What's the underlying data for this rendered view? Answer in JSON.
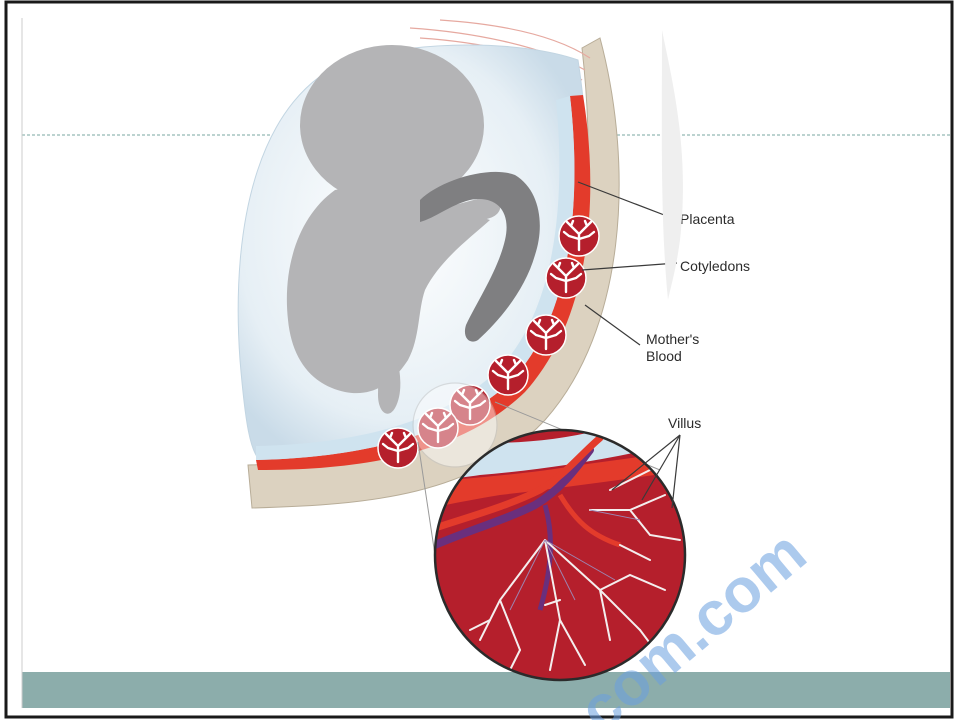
{
  "labels": {
    "placenta": "Placenta",
    "cotyledons": "Cotyledons",
    "mothers_blood_line1": "Mother's",
    "mothers_blood_line2": "Blood",
    "villus": "Villus"
  },
  "watermark": "com.com",
  "colors": {
    "frame_border": "#1a1a1a",
    "guide_line": "#7aa7a0",
    "footer_bar": "#8cadab",
    "uterine_wall": "#dcd2c0",
    "placenta_red": "#e33b2b",
    "maternal_blood": "#b51f2c",
    "amniotic_fluid": "#cfe3ef",
    "fetus_gray": "#b4b4b6",
    "umbilical_cord": "#7f7f81",
    "villus_white": "#f4eeee",
    "vessel_purple": "#6a2f7d"
  }
}
